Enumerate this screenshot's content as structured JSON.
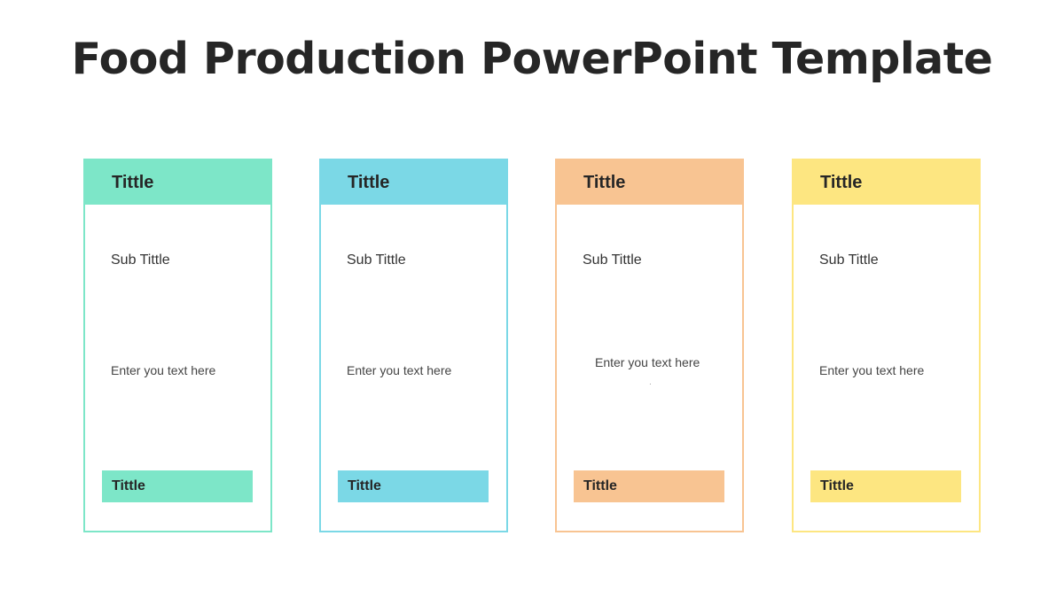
{
  "slide": {
    "title": "Food Production PowerPoint Template",
    "cards": [
      {
        "header": "Tittle",
        "subtitle": "Sub Tittle",
        "text": "Enter you text here",
        "footer": "Tittle",
        "color": "#7de6c8"
      },
      {
        "header": "Tittle",
        "subtitle": "Sub Tittle",
        "text": "Enter you text here",
        "footer": "Tittle",
        "color": "#7bd8e6"
      },
      {
        "header": "Tittle",
        "subtitle": "Sub Tittle",
        "text": "Enter you text here",
        "footer": "Tittle",
        "color": "#f8c492"
      },
      {
        "header": "Tittle",
        "subtitle": "Sub Tittle",
        "text": "Enter you text here",
        "footer": "Tittle",
        "color": "#fde681"
      }
    ]
  }
}
